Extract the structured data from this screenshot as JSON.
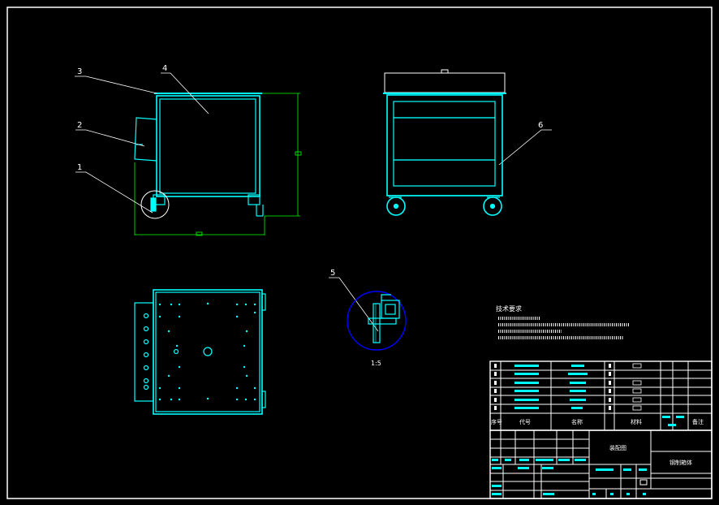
{
  "drawing": {
    "balloons": [
      "1",
      "2",
      "3",
      "4",
      "5",
      "6"
    ],
    "detail_label": "1:5",
    "notes_title": "技术要求"
  },
  "title_block": {
    "parts_header": {
      "seq": "序号",
      "code": "代号",
      "name": "名称",
      "material": "材料",
      "remark": "备注"
    },
    "drawing_name": "装配图",
    "company": "钢制箱体"
  },
  "colors": {
    "background": "#000000",
    "geometry": "#00ffff",
    "dimension": "#00ff00",
    "detail_circle": "#0000ff",
    "text": "#ffffff",
    "frame": "#ffffff"
  }
}
